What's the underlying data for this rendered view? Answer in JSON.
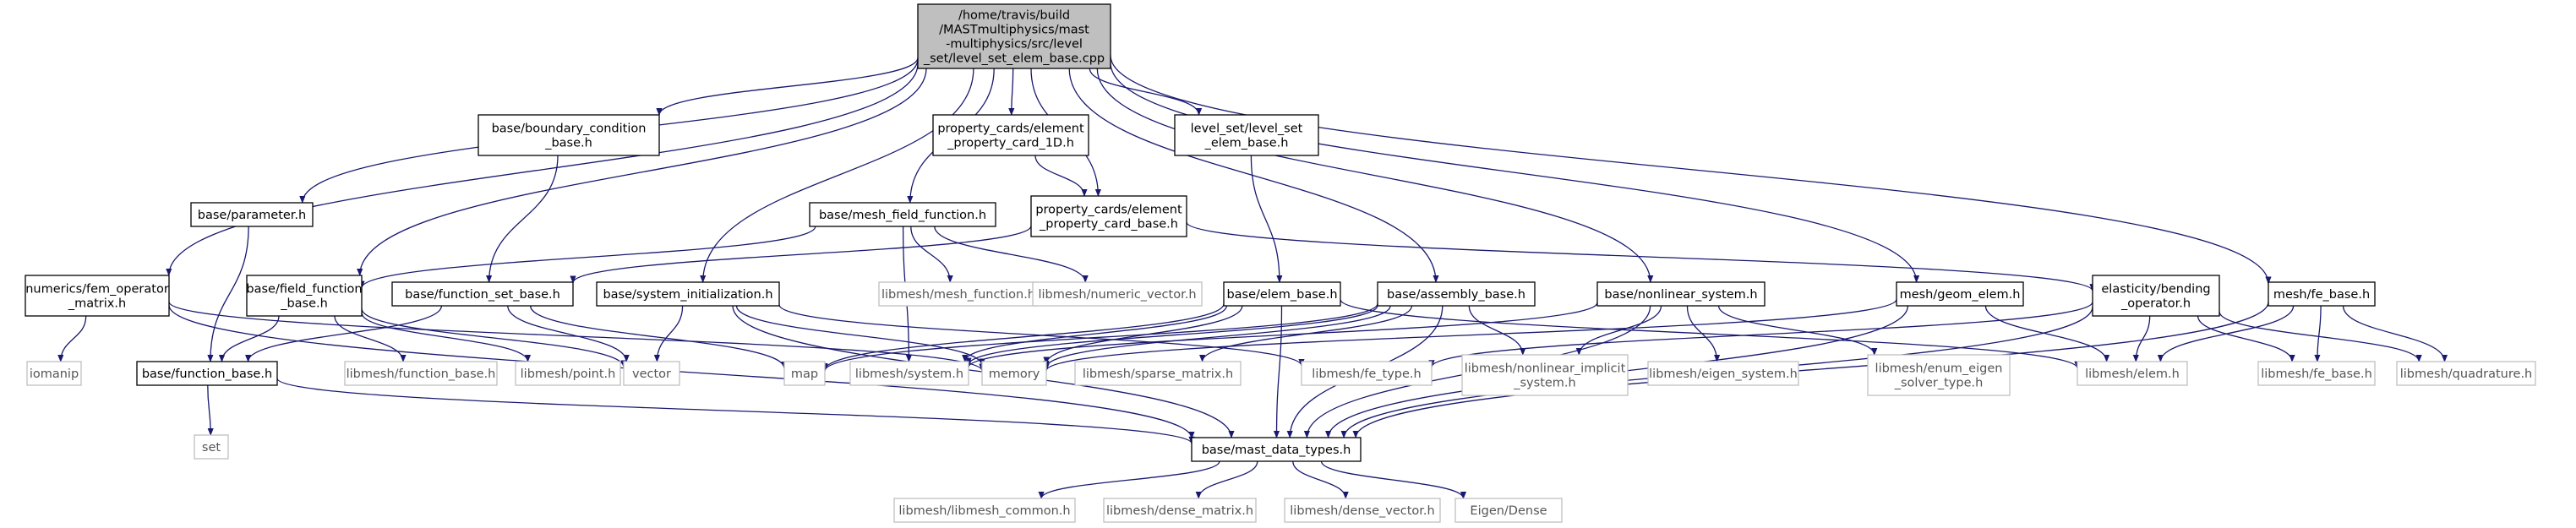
{
  "graph": {
    "title": "",
    "colors": {
      "root_fill": "#bfbfbf",
      "internal_border": "#000000",
      "external_border": "#bfbfbf",
      "internal_text": "#000000",
      "external_text": "#555555",
      "edge": "#191970"
    },
    "nodes": [
      {
        "id": "root",
        "kind": "root",
        "lines": [
          "/home/travis/build",
          "/MASTmultiphysics/mast",
          "-multiphysics/src/level",
          "_set/level_set_elem_base.cpp"
        ]
      },
      {
        "id": "bc_base",
        "kind": "internal",
        "lines": [
          "base/boundary_condition",
          "_base.h"
        ]
      },
      {
        "id": "prop_card_1d",
        "kind": "internal",
        "lines": [
          "property_cards/element",
          "_property_card_1D.h"
        ]
      },
      {
        "id": "ls_elem_base",
        "kind": "internal",
        "lines": [
          "level_set/level_set",
          "_elem_base.h"
        ]
      },
      {
        "id": "parameter",
        "kind": "internal",
        "lines": [
          "base/parameter.h"
        ]
      },
      {
        "id": "mesh_field_fn",
        "kind": "internal",
        "lines": [
          "base/mesh_field_function.h"
        ]
      },
      {
        "id": "prop_card_base",
        "kind": "internal",
        "lines": [
          "property_cards/element",
          "_property_card_base.h"
        ]
      },
      {
        "id": "fem_op",
        "kind": "internal",
        "lines": [
          "numerics/fem_operator",
          "_matrix.h"
        ]
      },
      {
        "id": "field_fn_base",
        "kind": "internal",
        "lines": [
          "base/field_function",
          "_base.h"
        ]
      },
      {
        "id": "fn_set_base",
        "kind": "internal",
        "lines": [
          "base/function_set_base.h"
        ]
      },
      {
        "id": "sys_init",
        "kind": "internal",
        "lines": [
          "base/system_initialization.h"
        ]
      },
      {
        "id": "elem_base",
        "kind": "internal",
        "lines": [
          "base/elem_base.h"
        ]
      },
      {
        "id": "assembly_base",
        "kind": "internal",
        "lines": [
          "base/assembly_base.h"
        ]
      },
      {
        "id": "nonlin_sys",
        "kind": "internal",
        "lines": [
          "base/nonlinear_system.h"
        ]
      },
      {
        "id": "geom_elem",
        "kind": "internal",
        "lines": [
          "mesh/geom_elem.h"
        ]
      },
      {
        "id": "bending_op",
        "kind": "internal",
        "lines": [
          "elasticity/bending",
          "_operator.h"
        ]
      },
      {
        "id": "fe_base",
        "kind": "internal",
        "lines": [
          "mesh/fe_base.h"
        ]
      },
      {
        "id": "fn_base",
        "kind": "internal",
        "lines": [
          "base/function_base.h"
        ]
      },
      {
        "id": "mast_types",
        "kind": "internal",
        "lines": [
          "base/mast_data_types.h"
        ]
      },
      {
        "id": "iomanip",
        "kind": "external",
        "lines": [
          "iomanip"
        ]
      },
      {
        "id": "set",
        "kind": "external",
        "lines": [
          "set"
        ]
      },
      {
        "id": "lm_mesh_fn",
        "kind": "external",
        "lines": [
          "libmesh/mesh_function.h"
        ]
      },
      {
        "id": "lm_num_vec",
        "kind": "external",
        "lines": [
          "libmesh/numeric_vector.h"
        ]
      },
      {
        "id": "lm_fn_base",
        "kind": "external",
        "lines": [
          "libmesh/function_base.h"
        ]
      },
      {
        "id": "lm_point",
        "kind": "external",
        "lines": [
          "libmesh/point.h"
        ]
      },
      {
        "id": "vector",
        "kind": "external",
        "lines": [
          "vector"
        ]
      },
      {
        "id": "map",
        "kind": "external",
        "lines": [
          "map"
        ]
      },
      {
        "id": "lm_system",
        "kind": "external",
        "lines": [
          "libmesh/system.h"
        ]
      },
      {
        "id": "memory",
        "kind": "external",
        "lines": [
          "memory"
        ]
      },
      {
        "id": "lm_sparse",
        "kind": "external",
        "lines": [
          "libmesh/sparse_matrix.h"
        ]
      },
      {
        "id": "lm_fe_type",
        "kind": "external",
        "lines": [
          "libmesh/fe_type.h"
        ]
      },
      {
        "id": "lm_nonlin_impl",
        "kind": "external",
        "lines": [
          "libmesh/nonlinear_implicit",
          "_system.h"
        ]
      },
      {
        "id": "lm_eigen_sys",
        "kind": "external",
        "lines": [
          "libmesh/eigen_system.h"
        ]
      },
      {
        "id": "lm_enum_eigen",
        "kind": "external",
        "lines": [
          "libmesh/enum_eigen",
          "_solver_type.h"
        ]
      },
      {
        "id": "lm_elem",
        "kind": "external",
        "lines": [
          "libmesh/elem.h"
        ]
      },
      {
        "id": "lm_fe_base",
        "kind": "external",
        "lines": [
          "libmesh/fe_base.h"
        ]
      },
      {
        "id": "lm_quad",
        "kind": "external",
        "lines": [
          "libmesh/quadrature.h"
        ]
      },
      {
        "id": "lm_common",
        "kind": "external",
        "lines": [
          "libmesh/libmesh_common.h"
        ]
      },
      {
        "id": "lm_dense_mat",
        "kind": "external",
        "lines": [
          "libmesh/dense_matrix.h"
        ]
      },
      {
        "id": "lm_dense_vec",
        "kind": "external",
        "lines": [
          "libmesh/dense_vector.h"
        ]
      },
      {
        "id": "eigen_dense",
        "kind": "external",
        "lines": [
          "Eigen/Dense"
        ]
      }
    ],
    "edges": [
      [
        "root",
        "bc_base"
      ],
      [
        "root",
        "prop_card_1d"
      ],
      [
        "root",
        "ls_elem_base"
      ],
      [
        "root",
        "parameter"
      ],
      [
        "root",
        "mesh_field_fn"
      ],
      [
        "root",
        "prop_card_base"
      ],
      [
        "root",
        "fem_op"
      ],
      [
        "root",
        "field_fn_base"
      ],
      [
        "root",
        "sys_init"
      ],
      [
        "root",
        "assembly_base"
      ],
      [
        "root",
        "nonlin_sys"
      ],
      [
        "root",
        "geom_elem"
      ],
      [
        "root",
        "fe_base"
      ],
      [
        "bc_base",
        "fn_set_base"
      ],
      [
        "prop_card_1d",
        "prop_card_base"
      ],
      [
        "ls_elem_base",
        "elem_base"
      ],
      [
        "parameter",
        "fn_base"
      ],
      [
        "mesh_field_fn",
        "field_fn_base"
      ],
      [
        "mesh_field_fn",
        "lm_mesh_fn"
      ],
      [
        "mesh_field_fn",
        "lm_num_vec"
      ],
      [
        "mesh_field_fn",
        "lm_system"
      ],
      [
        "prop_card_base",
        "fn_set_base"
      ],
      [
        "prop_card_base",
        "bending_op"
      ],
      [
        "fem_op",
        "iomanip"
      ],
      [
        "fem_op",
        "mast_types"
      ],
      [
        "fem_op",
        "memory"
      ],
      [
        "field_fn_base",
        "fn_base"
      ],
      [
        "field_fn_base",
        "lm_fn_base"
      ],
      [
        "field_fn_base",
        "lm_point"
      ],
      [
        "field_fn_base",
        "vector"
      ],
      [
        "fn_set_base",
        "fn_base"
      ],
      [
        "fn_set_base",
        "vector"
      ],
      [
        "fn_set_base",
        "map"
      ],
      [
        "sys_init",
        "vector"
      ],
      [
        "sys_init",
        "mast_types"
      ],
      [
        "sys_init",
        "memory"
      ],
      [
        "sys_init",
        "lm_fe_type"
      ],
      [
        "elem_base",
        "mast_types"
      ],
      [
        "elem_base",
        "map"
      ],
      [
        "elem_base",
        "lm_system"
      ],
      [
        "elem_base",
        "memory"
      ],
      [
        "elem_base",
        "lm_elem"
      ],
      [
        "assembly_base",
        "mast_types"
      ],
      [
        "assembly_base",
        "map"
      ],
      [
        "assembly_base",
        "lm_system"
      ],
      [
        "assembly_base",
        "memory"
      ],
      [
        "assembly_base",
        "lm_sparse"
      ],
      [
        "assembly_base",
        "lm_nonlin_impl"
      ],
      [
        "nonlin_sys",
        "lm_system"
      ],
      [
        "nonlin_sys",
        "lm_nonlin_impl"
      ],
      [
        "nonlin_sys",
        "lm_eigen_sys"
      ],
      [
        "nonlin_sys",
        "lm_enum_eigen"
      ],
      [
        "nonlin_sys",
        "mast_types"
      ],
      [
        "geom_elem",
        "mast_types"
      ],
      [
        "geom_elem",
        "lm_elem"
      ],
      [
        "geom_elem",
        "memory"
      ],
      [
        "bending_op",
        "mast_types"
      ],
      [
        "bending_op",
        "lm_elem"
      ],
      [
        "bending_op",
        "lm_fe_base"
      ],
      [
        "bending_op",
        "lm_quad"
      ],
      [
        "bending_op",
        "lm_fe_type"
      ],
      [
        "fe_base",
        "lm_elem"
      ],
      [
        "fe_base",
        "lm_fe_base"
      ],
      [
        "fe_base",
        "lm_quad"
      ],
      [
        "fe_base",
        "mast_types"
      ],
      [
        "fn_base",
        "set"
      ],
      [
        "fn_base",
        "mast_types"
      ],
      [
        "mast_types",
        "lm_common"
      ],
      [
        "mast_types",
        "lm_dense_mat"
      ],
      [
        "mast_types",
        "lm_dense_vec"
      ],
      [
        "mast_types",
        "eigen_dense"
      ]
    ]
  }
}
